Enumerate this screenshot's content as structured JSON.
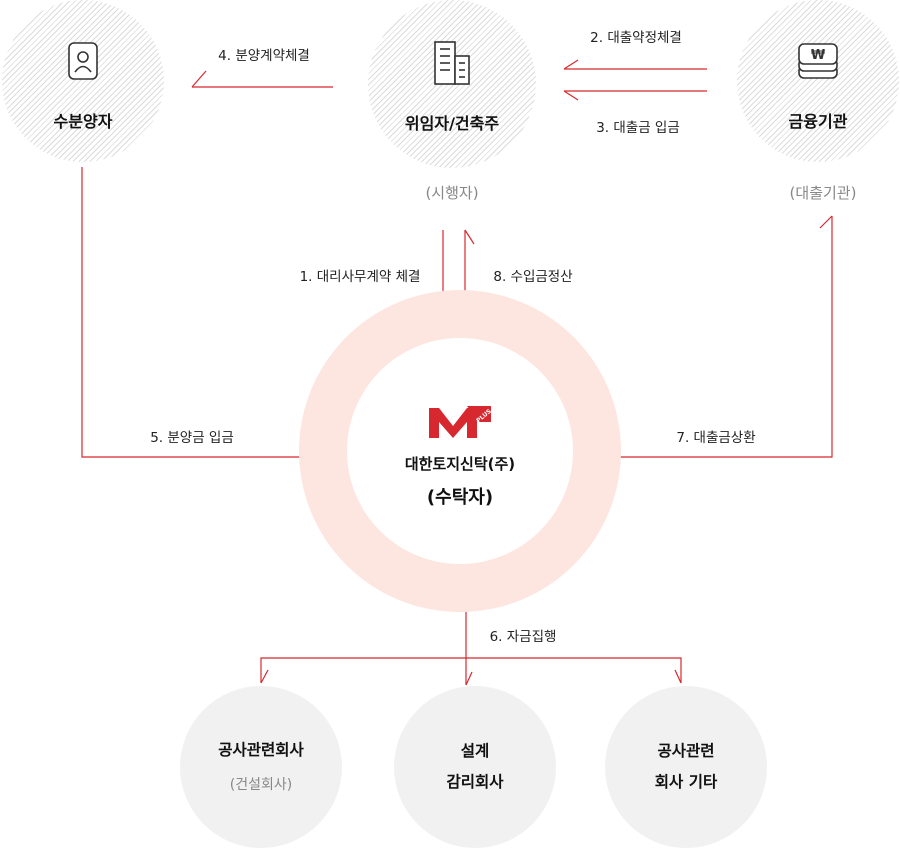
{
  "nodes": {
    "buyer": {
      "label": "수분양자"
    },
    "developer": {
      "label": "위임자/건축주",
      "sub": "(시행자)"
    },
    "bank": {
      "label": "금융기관",
      "sub": "(대출기관)"
    },
    "trustee": {
      "company": "대한토지신탁(주)",
      "role": "(수탁자)",
      "logo_text": "PLUS"
    }
  },
  "steps": {
    "s1": "1. 대리사무계약 체결",
    "s2": "2. 대출약정체결",
    "s3": "3. 대출금 입금",
    "s4": "4. 분양계약체결",
    "s5": "5. 분양금 입금",
    "s6": "6. 자금집행",
    "s7": "7. 대출금상환",
    "s8": "8. 수입금정산"
  },
  "recipients": [
    {
      "line1": "공사관련회사",
      "sub": "(건설회사)"
    },
    {
      "line1": "설계",
      "line2": "감리회사"
    },
    {
      "line1": "공사관련",
      "line2": "회사 기타"
    }
  ],
  "colors": {
    "accent": "#d7282f",
    "ring": "#fde6e0",
    "gray_node": "#f1f1f1"
  },
  "icons": {
    "buyer": "person-card-icon",
    "developer": "building-icon",
    "bank": "won-stack-icon"
  }
}
